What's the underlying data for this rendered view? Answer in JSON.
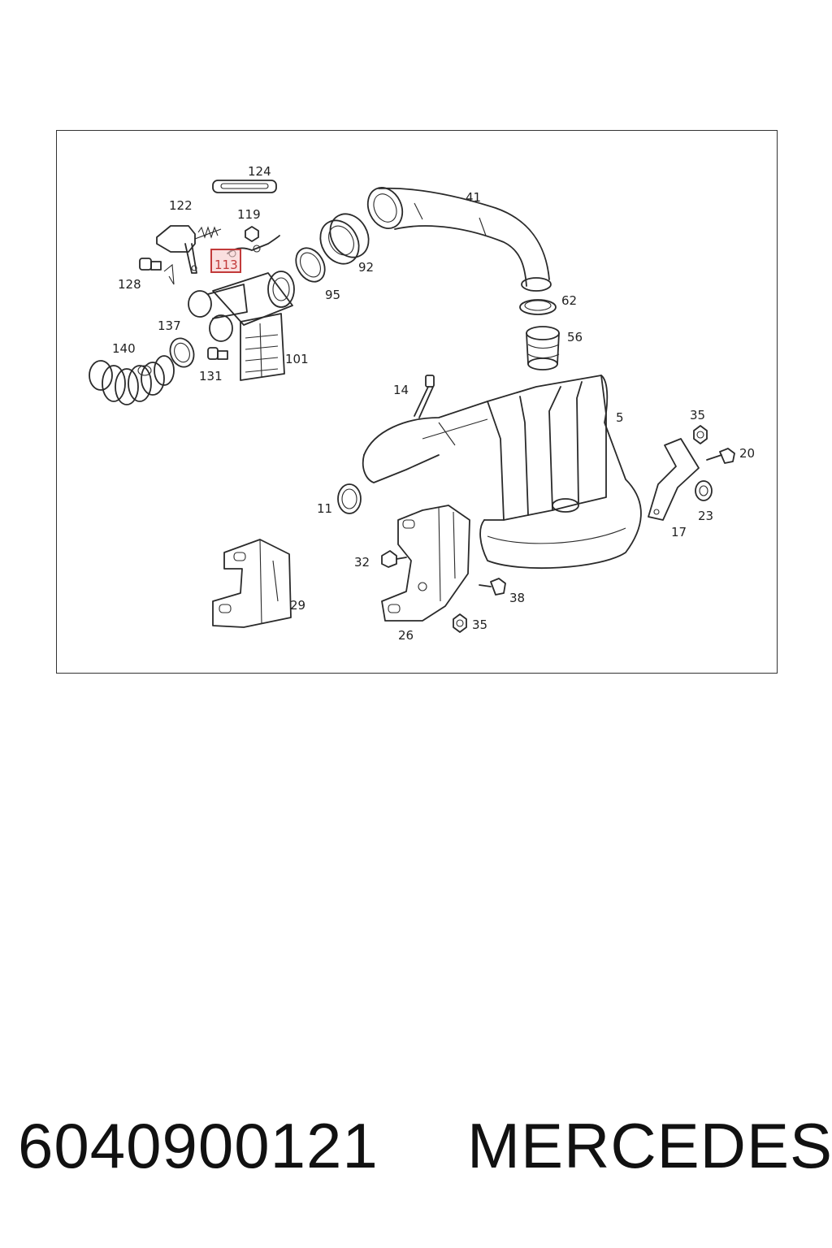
{
  "diagram": {
    "labels": {
      "l124": "124",
      "l122": "122",
      "l119": "119",
      "l113": "113",
      "l41": "41",
      "l128": "128",
      "l92": "92",
      "l95": "95",
      "l62": "62",
      "l137": "137",
      "l56": "56",
      "l140": "140",
      "l101": "101",
      "l131": "131",
      "l14": "14",
      "l5": "5",
      "l35a": "35",
      "l20": "20",
      "l11": "11",
      "l23": "23",
      "l17": "17",
      "l32": "32",
      "l29": "29",
      "l38": "38",
      "l35b": "35",
      "l26": "26"
    },
    "highlight_color": "#c23a3a"
  },
  "caption": {
    "part_number": "6040900121",
    "brand": "MERCEDES"
  }
}
